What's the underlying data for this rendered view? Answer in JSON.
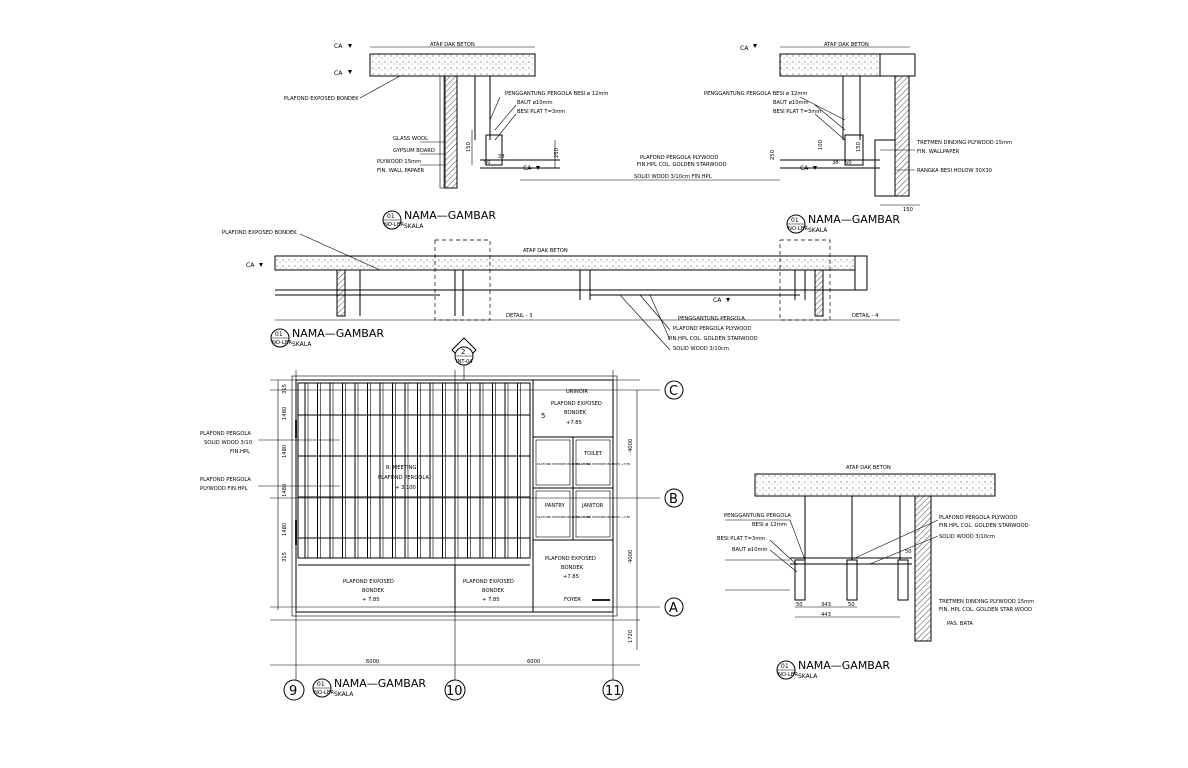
{
  "detail_top_left": {
    "levels": [
      "CA",
      "CA"
    ],
    "atap": "ATAP DAK BETON",
    "plafond_exposed": "PLAFOND EXPOSED BONDEK",
    "penggantung": "PENGGANTUNG PERGOLA BESI ø 12mm",
    "baut": "BAUT ø10mm",
    "besi_plat": "BESI PLAT T=3mm",
    "glass_wool": "GLASS WOOL",
    "gypsum": "GYPSUM BOARD",
    "plywood": "PLYWOOD 15mm",
    "fin_wall": "FIN. WALL PAPAER",
    "dims": [
      "150",
      "250",
      "50",
      "38"
    ],
    "ca_mid": "CA",
    "plafond_pergola": "PLAFOND PERGOLA PLYWOOD",
    "fin_hpl": "FIN.HPL COL. GOLDEN STARWOOD",
    "solid_wood": "SOLID WOOD 3/10cm FIN.HPL"
  },
  "detail_top_right": {
    "ca": "CA",
    "atap": "ATAP DAK BETON",
    "penggantung": "PENGGANTUNG PERGOLA BESI ø 12mm",
    "baut": "BAUT ø10mm",
    "besi_plat": "BESI PLAT T=3mm",
    "dims": [
      "250",
      "100",
      "150",
      "38",
      "50",
      "150"
    ],
    "ca_mid": "CA",
    "treatment": "TRETMEN DINDING PLYWOOD 15mm",
    "fin_wallpaper": "FIN. WALLPAPER",
    "rangka": "RANGKA BESI HOLOW 30X30"
  },
  "section_mid": {
    "plafond_exposed": "PLAFOND EXPOSED BONDEK",
    "ca": "CA",
    "atap": "ATAP DAK BETON",
    "detail3": "DETAIL - 3",
    "detail4": "DETAIL - 4",
    "penggantung": "PENGGANTUNG PERGOLA",
    "ca_mid": "CA",
    "plafond_pergola": "PLAFOND PERGOLA PLYWOOD",
    "fin_hpl": "FIN.HPL COL. GOLDEN STARWOOD",
    "solid_wood": "SOLID WOOD 3/10cm"
  },
  "plan": {
    "marker_num": "2",
    "marker_ref": "INT-04",
    "left_notes": [
      "PLAFOND PERGOLA",
      "SOLID WOOD 3/10",
      "FIN.HPL",
      "PLAFOND PERGOLA",
      "PLYWOOD FIN.HPL"
    ],
    "left_dims": [
      "315",
      "1480",
      "1480",
      "1480",
      "1480",
      "315"
    ],
    "meeting": "R. MEETING",
    "meeting_sub": "PLAFOND PERGOLA",
    "meeting_lvl": "+ 3.100",
    "urinoir": "URINOIR",
    "urinoir_sub": "PLAFOND EXPOSED",
    "urinoir_sub2": "BONDEK",
    "urinoir_lvl": "+7.85",
    "num5": "5",
    "small_room": "PLAFOND EXPOSED BONDEK +7.85",
    "toilet": "TOILET",
    "toilet_sub": "PLAFOND EXPOSED BONDEK +7.85",
    "pantry": "PANTRY",
    "pantry_sub": "PLAFOND EXPOSED BONDEK +7.85",
    "janitor": "JANITOR",
    "janitor_sub": "PLAFOND EXPOSED BONDEK +7.85",
    "foyer_sub": "PLAFOND EXPOSED",
    "foyer_sub2": "BONDEK",
    "foyer_lvl": "+7.85",
    "foyer": "FOYER",
    "bottom_left": "PLAFOND EXPOSED",
    "bottom_left2": "BONDEK",
    "bottom_left_lvl": "+ 7.85",
    "bottom_mid": "PLAFOND EXPOSED",
    "bottom_mid2": "BONDEK",
    "bottom_mid_lvl": "+ 7.85",
    "right_dims": [
      "4000",
      "4000",
      "1720"
    ],
    "bottom_dims": [
      "6000",
      "6000"
    ],
    "grid_right": [
      "C",
      "B",
      "A"
    ],
    "grid_bottom": [
      "9",
      "10",
      "11"
    ]
  },
  "detail_bottom_right": {
    "atap": "ATAP DAK BETON",
    "penggantung": "PENGGANTUNG PERGOLA",
    "penggantung2": "BESI ø 12mm",
    "besi_plat": "BESI PLAT T=3mm",
    "baut": "BAUT ø10mm",
    "plafond_pergola": "PLAFOND PERGOLA PLYWOOD",
    "fin_hpl": "FIN.HPL COL. GOLDEN STARWOOD",
    "solid_wood": "SOLID WOOD 3/10cm",
    "treatment": "TRETMEN DINDING PLYWOOD 15mm",
    "fin_hpl2": "FIN. HPL COL. GOLDEN STAR WOOD",
    "pas_bata": "PAS. BATA",
    "dims": [
      "343",
      "443",
      "50",
      "50",
      "50"
    ]
  },
  "title_blocks": [
    {
      "num": "01",
      "ref": "NO-LBR",
      "name": "NAMA—GAMBAR",
      "scale": "SKALA"
    },
    {
      "num": "01",
      "ref": "NO-LBR",
      "name": "NAMA—GAMBAR",
      "scale": "SKALA"
    },
    {
      "num": "01",
      "ref": "NO-LBR",
      "name": "NAMA—GAMBAR",
      "scale": "SKALA"
    },
    {
      "num": "01",
      "ref": "NO-LBR",
      "name": "NAMA—GAMBAR",
      "scale": "SKALA"
    },
    {
      "num": "01",
      "ref": "NO-LBR",
      "name": "NAMA—GAMBAR",
      "scale": "SKALA"
    }
  ]
}
